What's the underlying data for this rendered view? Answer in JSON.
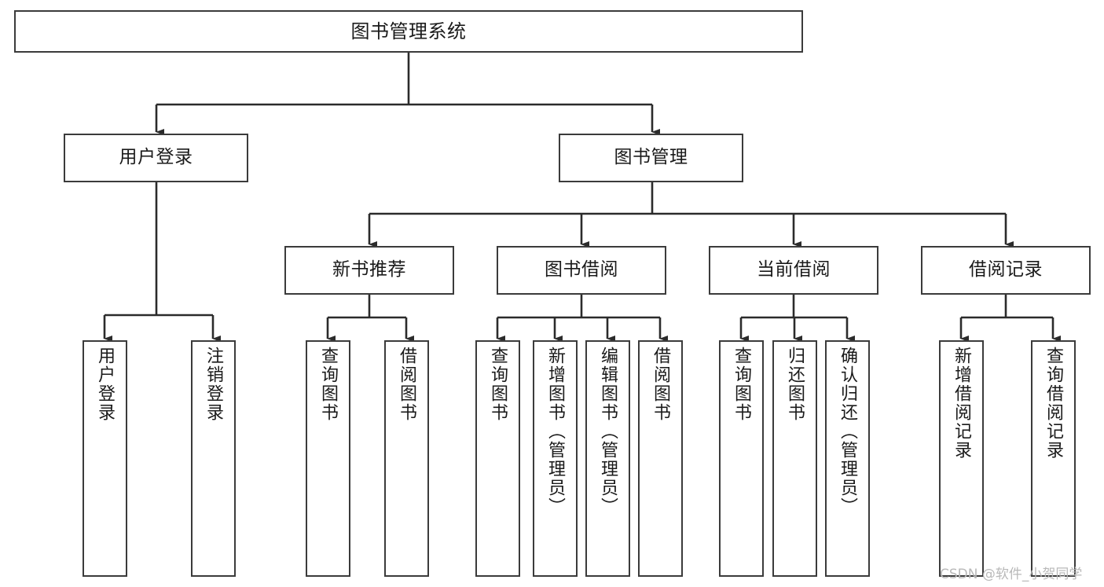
{
  "diagram": {
    "title": "图书管理系统",
    "type": "tree-hierarchy",
    "nodes": {
      "root": {
        "label": "图书管理系统"
      },
      "level2": [
        {
          "id": "user-login",
          "label": "用户登录"
        },
        {
          "id": "book-manage",
          "label": "图书管理"
        }
      ],
      "level3": [
        {
          "id": "new-book-rec",
          "label": "新书推荐"
        },
        {
          "id": "book-borrow",
          "label": "图书借阅"
        },
        {
          "id": "current-borrow",
          "label": "当前借阅"
        },
        {
          "id": "borrow-record",
          "label": "借阅记录"
        }
      ],
      "leaves": {
        "user_login": [
          {
            "id": "leaf-user-login",
            "label": "用户登录"
          },
          {
            "id": "leaf-logout",
            "label": "注销登录"
          }
        ],
        "new_book_rec": [
          {
            "id": "leaf-query-book-1",
            "label": "查询图书"
          },
          {
            "id": "leaf-borrow-book-1",
            "label": "借阅图书"
          }
        ],
        "book_borrow": [
          {
            "id": "leaf-query-book-2",
            "label": "查询图书"
          },
          {
            "id": "leaf-add-book",
            "label": "新增图书（管理员）"
          },
          {
            "id": "leaf-edit-book",
            "label": "编辑图书（管理员）"
          },
          {
            "id": "leaf-borrow-book-2",
            "label": "借阅图书"
          }
        ],
        "current_borrow": [
          {
            "id": "leaf-query-book-3",
            "label": "查询图书"
          },
          {
            "id": "leaf-return-book",
            "label": "归还图书"
          },
          {
            "id": "leaf-confirm-return",
            "label": "确认归还（管理员）"
          }
        ],
        "borrow_record": [
          {
            "id": "leaf-add-record",
            "label": "新增借阅记录"
          },
          {
            "id": "leaf-query-record",
            "label": "查询借阅记录"
          }
        ]
      }
    },
    "colors": {
      "border": "#3b3b3b",
      "background": "#ffffff",
      "text": "#1a1a1a",
      "connector": "#2b2b2b",
      "watermark": "#b9b9b9"
    }
  },
  "watermark": {
    "text": "CSDN @软件_小贺同学"
  }
}
